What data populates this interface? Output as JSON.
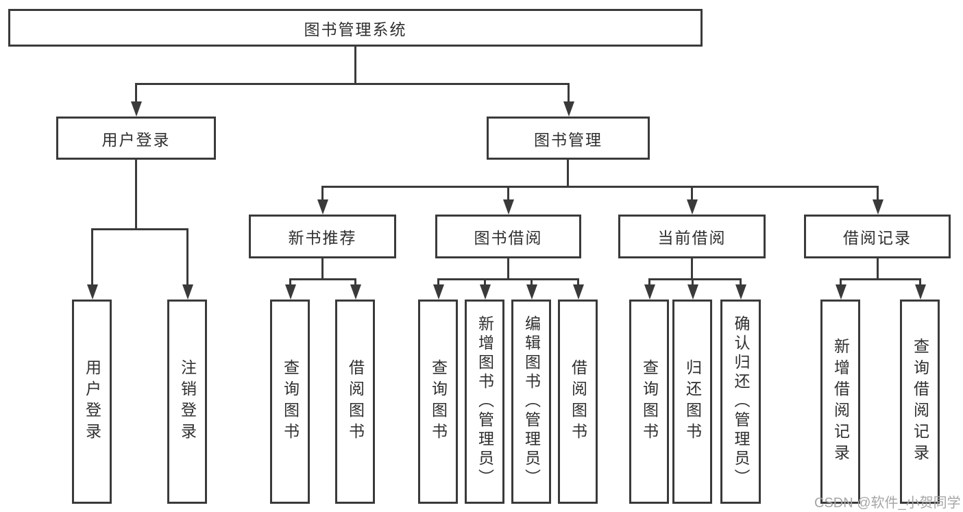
{
  "tree": {
    "label": "图书管理系统",
    "children": [
      {
        "label": "用户登录",
        "children": [
          {
            "label": "用户登录"
          },
          {
            "label": "注销登录"
          }
        ]
      },
      {
        "label": "图书管理",
        "children": [
          {
            "label": "新书推荐",
            "children": [
              {
                "label": "查询图书"
              },
              {
                "label": "借阅图书"
              }
            ]
          },
          {
            "label": "图书借阅",
            "children": [
              {
                "label": "查询图书"
              },
              {
                "label": "新增图书（管理员）"
              },
              {
                "label": "编辑图书（管理员）"
              },
              {
                "label": "借阅图书"
              }
            ]
          },
          {
            "label": "当前借阅",
            "children": [
              {
                "label": "查询图书"
              },
              {
                "label": "归还图书"
              },
              {
                "label": "确认归还（管理员）"
              }
            ]
          },
          {
            "label": "借阅记录",
            "children": [
              {
                "label": "新增借阅记录"
              },
              {
                "label": "查询借阅记录"
              }
            ]
          }
        ]
      }
    ]
  },
  "watermark": {
    "text": "CSDN @软件_小贺同学"
  },
  "colors": {
    "line": "#3a3a3a",
    "text": "#2f2f2f",
    "watermark": "#a6a6a6",
    "bg": "#ffffff"
  }
}
